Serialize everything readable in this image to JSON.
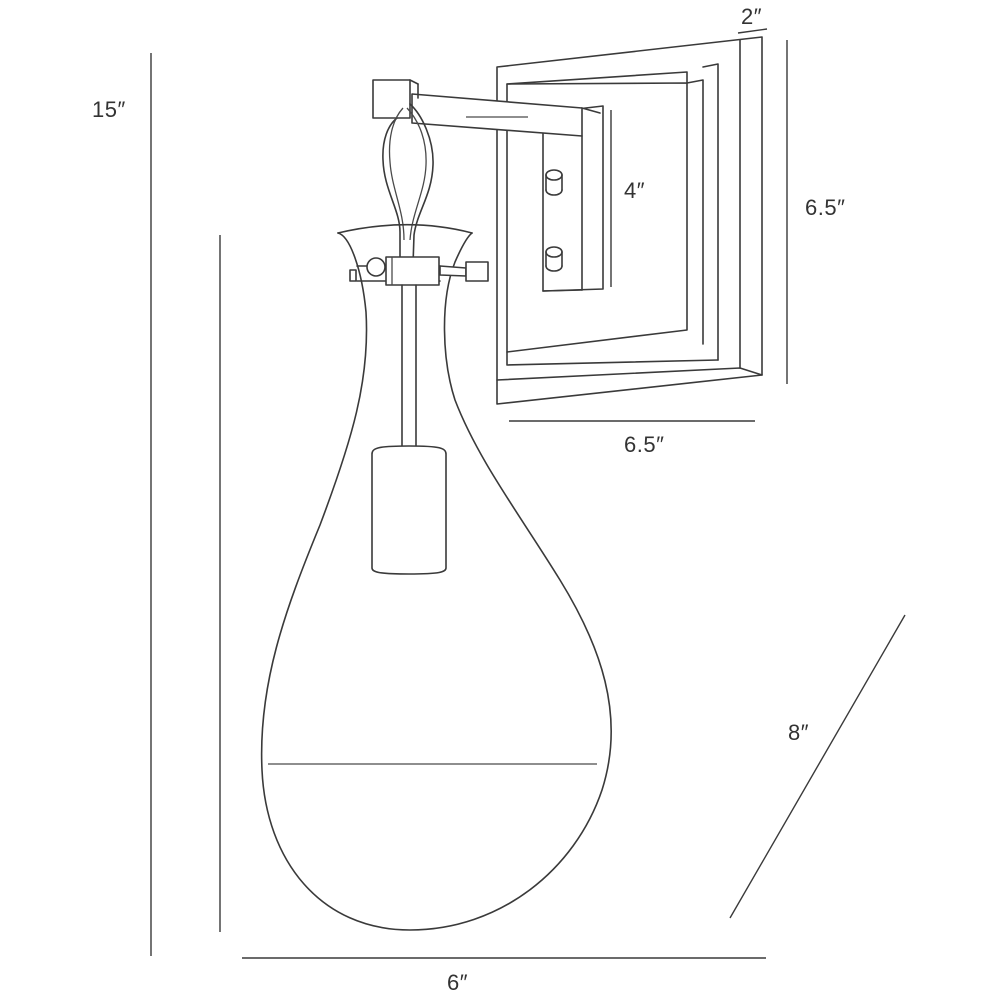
{
  "dimensions": {
    "overall_height": "15″",
    "glass_height": "",
    "backplate_depth": "2″",
    "backplate_height": "6.5″",
    "mount_spacing": "4″",
    "backplate_width": "6.5″",
    "extension": "8″",
    "glass_width": "6″"
  }
}
